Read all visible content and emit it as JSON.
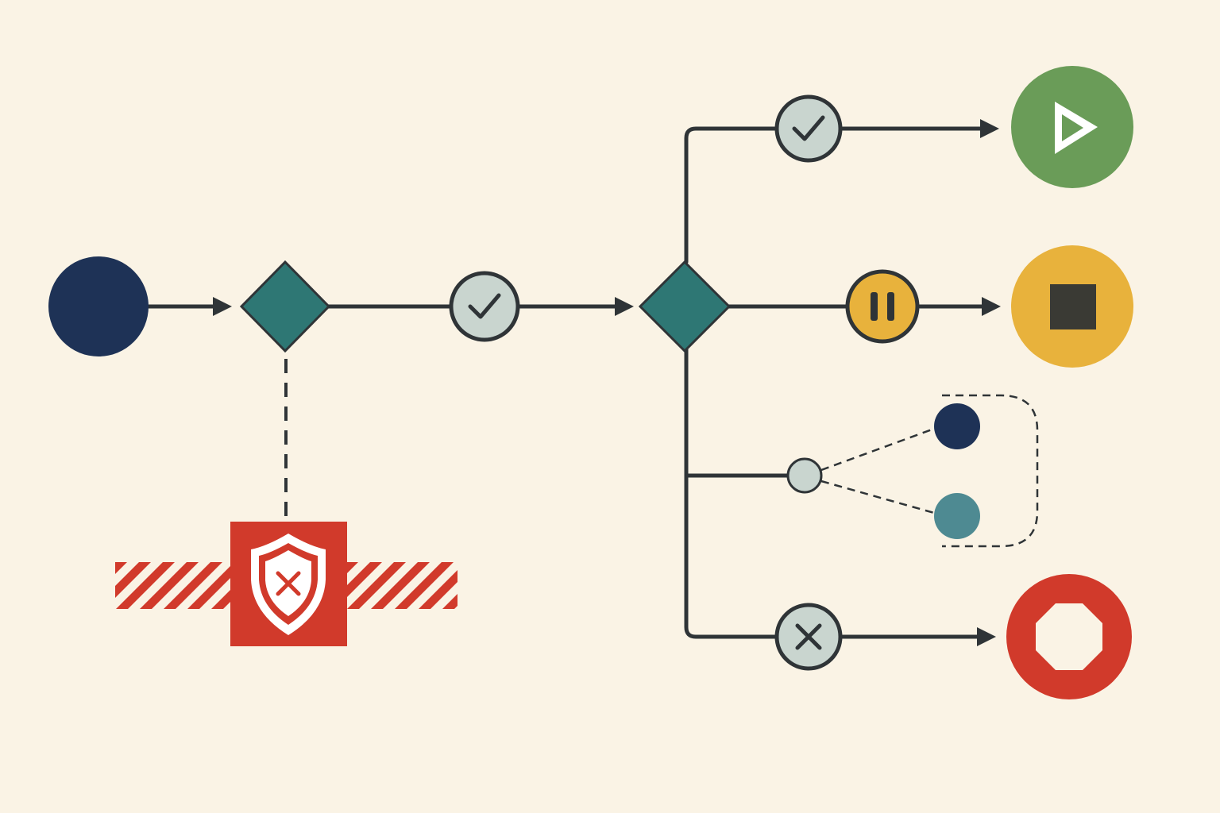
{
  "diagram": {
    "type": "flowchart",
    "colors": {
      "background": "#faf3e5",
      "line": "#2f3437",
      "start": "#1e3256",
      "decision": "#2e7774",
      "status_fill": "#c9d5cf",
      "pause": "#e8b23c",
      "play": "#6a9c58",
      "error": "#d13a2b",
      "shield_fill": "#ffffff",
      "stop_square": "#3a3a34",
      "group_fill": "#f3eee5",
      "subnode_top": "#1e3256",
      "subnode_bottom": "#4e8a92"
    },
    "nodes": [
      {
        "id": "start",
        "kind": "start-circle",
        "icon": "none"
      },
      {
        "id": "decision-1",
        "kind": "decision-diamond",
        "icon": "none"
      },
      {
        "id": "check-1",
        "kind": "status-node",
        "icon": "check-icon"
      },
      {
        "id": "decision-2",
        "kind": "decision-diamond",
        "icon": "none"
      },
      {
        "id": "check-2",
        "kind": "status-node",
        "icon": "check-icon"
      },
      {
        "id": "play-end",
        "kind": "end-circle",
        "icon": "play-icon"
      },
      {
        "id": "pause",
        "kind": "status-node",
        "icon": "pause-icon"
      },
      {
        "id": "stop-end",
        "kind": "end-circle",
        "icon": "stop-square-icon"
      },
      {
        "id": "split",
        "kind": "small-junction",
        "icon": "none"
      },
      {
        "id": "sub-a",
        "kind": "small-circle",
        "icon": "none"
      },
      {
        "id": "sub-b",
        "kind": "small-circle",
        "icon": "none"
      },
      {
        "id": "cancel",
        "kind": "status-node",
        "icon": "x-icon"
      },
      {
        "id": "octagon-end",
        "kind": "end-circle",
        "icon": "octagon-stop-icon"
      },
      {
        "id": "blocked",
        "kind": "error-block",
        "icon": "shield-x-icon"
      }
    ],
    "edges": [
      {
        "from": "start",
        "to": "decision-1",
        "style": "solid",
        "arrow": true
      },
      {
        "from": "decision-1",
        "to": "check-1",
        "style": "solid",
        "arrow": false
      },
      {
        "from": "check-1",
        "to": "decision-2",
        "style": "solid",
        "arrow": true
      },
      {
        "from": "decision-2",
        "to": "check-2",
        "style": "solid",
        "arrow": false
      },
      {
        "from": "check-2",
        "to": "play-end",
        "style": "solid",
        "arrow": true
      },
      {
        "from": "decision-2",
        "to": "pause",
        "style": "solid",
        "arrow": false
      },
      {
        "from": "pause",
        "to": "stop-end",
        "style": "solid",
        "arrow": true
      },
      {
        "from": "decision-2",
        "to": "split",
        "style": "solid",
        "arrow": false
      },
      {
        "from": "split",
        "to": "sub-a",
        "style": "dashed",
        "arrow": false
      },
      {
        "from": "split",
        "to": "sub-b",
        "style": "dashed",
        "arrow": false
      },
      {
        "from": "decision-2",
        "to": "cancel",
        "style": "solid",
        "arrow": false
      },
      {
        "from": "cancel",
        "to": "octagon-end",
        "style": "solid",
        "arrow": true
      },
      {
        "from": "decision-1",
        "to": "blocked",
        "style": "dashed",
        "arrow": false
      }
    ],
    "groups": [
      {
        "id": "sub-group",
        "members": [
          "sub-a",
          "sub-b"
        ],
        "border": "dashed"
      }
    ]
  }
}
